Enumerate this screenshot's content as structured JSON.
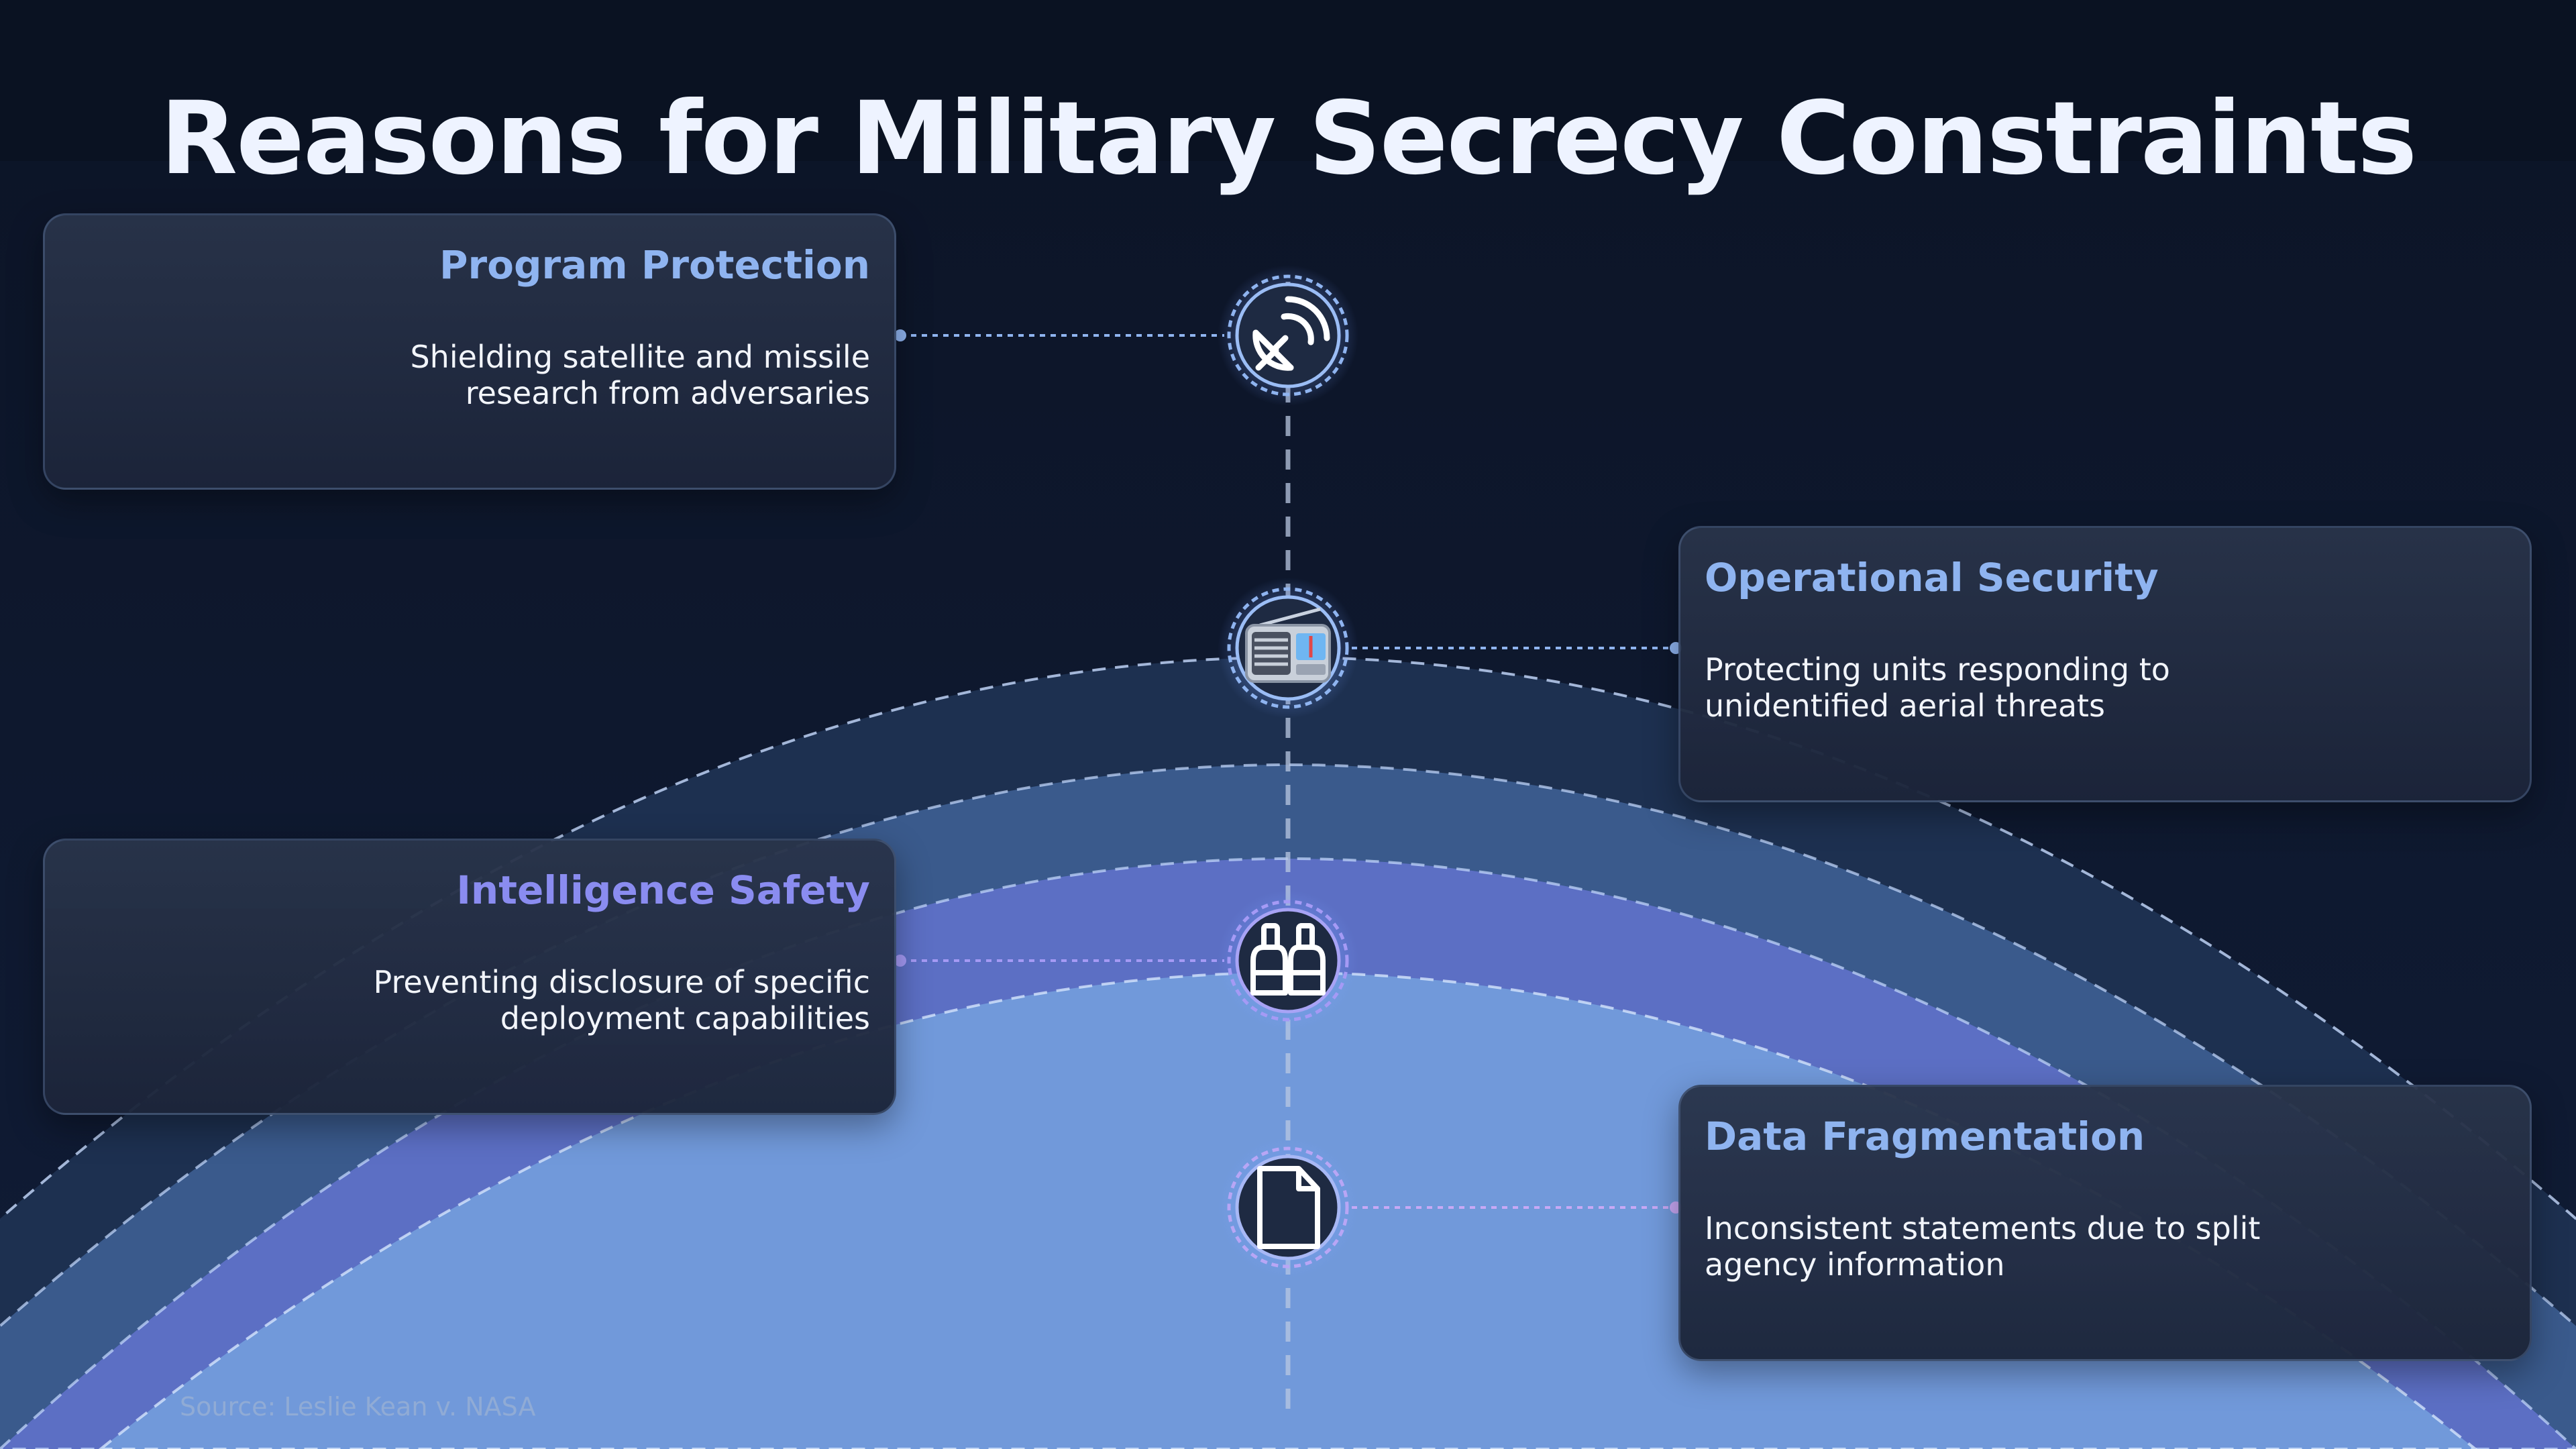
{
  "title": "Reasons for Military Secrecy Constraints",
  "colors": {
    "background": "#0d1629",
    "title": "#eef3ff",
    "accent_blue": "#8fb4f0",
    "accent_violet": "#8a8cf0",
    "card_text": "#f2f5fb"
  },
  "items": [
    {
      "title": "Program Protection",
      "description": "Shielding satellite and missile research from adversaries",
      "icon": "satellite-dish-icon",
      "color": "#8fb4f0"
    },
    {
      "title": "Operational Security",
      "description": "Protecting units responding to unidentified aerial threats",
      "icon": "radio-icon",
      "color": "#8fb4f0"
    },
    {
      "title": "Intelligence Safety",
      "description": "Preventing disclosure of specific deployment capabilities",
      "icon": "binoculars-icon",
      "color": "#8a8cf0"
    },
    {
      "title": "Data Fragmentation",
      "description": "Inconsistent statements due to split agency information",
      "icon": "document-icon",
      "color": "#8fb4f0"
    }
  ],
  "source": "Source: Leslie Kean v. NASA"
}
